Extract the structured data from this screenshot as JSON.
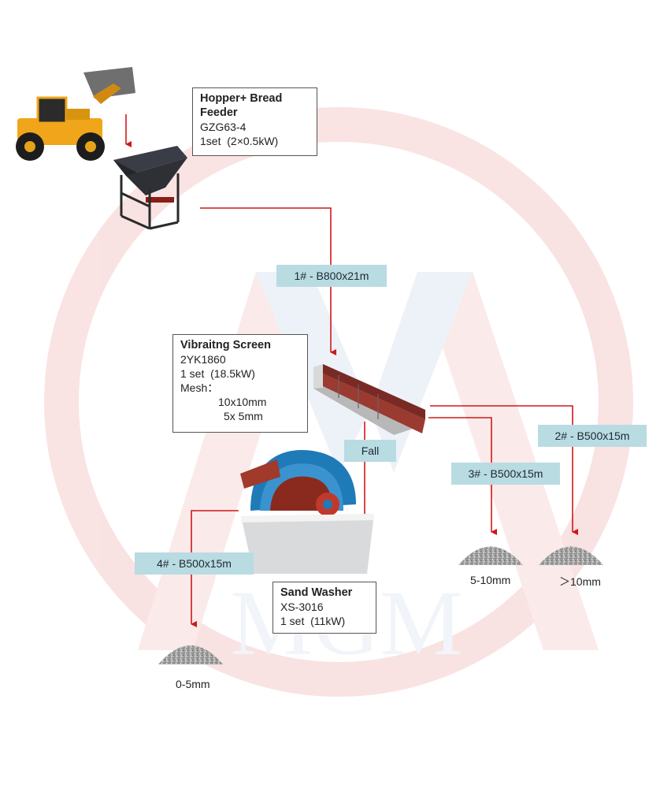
{
  "watermark": {
    "text": "MGM",
    "color": "#f2caca"
  },
  "colors": {
    "flow_line": "#d01818",
    "tag_fill": "#b9dbe2",
    "box_border": "#555555"
  },
  "equipment": {
    "hopper": {
      "title": "Hopper+ Bread Feeder",
      "model": "GZG63-4",
      "spec": "1set  (2×0.5kW)"
    },
    "screen": {
      "title": "Vibraitng Screen",
      "model": "2YK1860",
      "spec": "1 set  (18.5kW)",
      "mesh_label": "Mesh：",
      "mesh_1": "10x10mm",
      "mesh_2": "5x 5mm"
    },
    "washer": {
      "title": "Sand Washer",
      "model": "XS-3016",
      "spec": "1 set  (11kW)"
    }
  },
  "belts": {
    "b1": "1# - B800x21m",
    "b2": "2# - B500x15m",
    "b3": "3# - B500x15m",
    "b4": "4# - B500x15m",
    "fall": "Fall"
  },
  "products": {
    "p1": "0-5mm",
    "p2": "5-10mm",
    "p3": "＞10mm"
  },
  "icons": [
    "wheel-loader-icon",
    "hopper-feeder-icon",
    "vibrating-screen-icon",
    "sand-washer-icon",
    "stockpile-icon"
  ]
}
